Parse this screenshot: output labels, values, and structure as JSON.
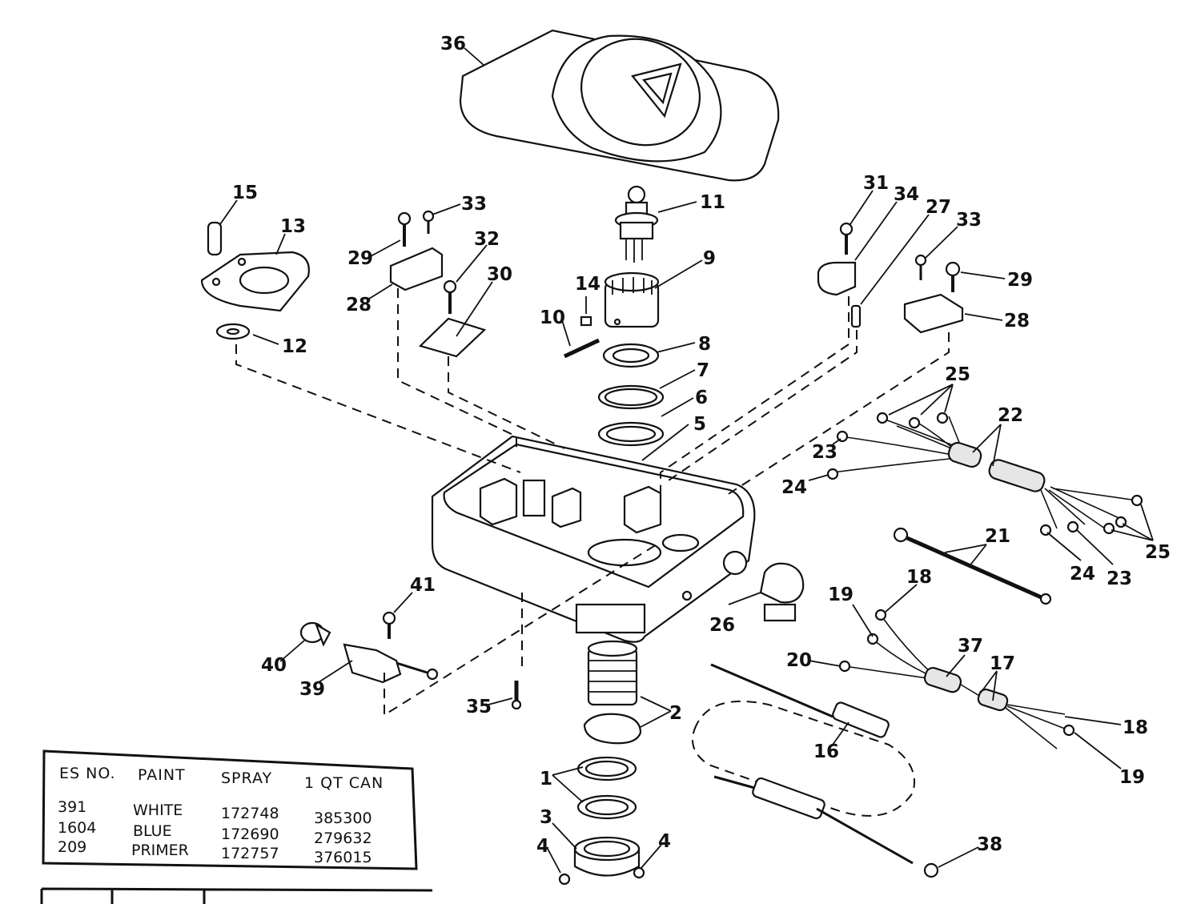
{
  "callouts": {
    "c1": "1",
    "c2": "2",
    "c3": "3",
    "c4a": "4",
    "c4b": "4",
    "c5": "5",
    "c6": "6",
    "c7": "7",
    "c8": "8",
    "c9": "9",
    "c10": "10",
    "c11": "11",
    "c12": "12",
    "c13": "13",
    "c14": "14",
    "c15": "15",
    "c16": "16",
    "c17": "17",
    "c18a": "18",
    "c18b": "18",
    "c19a": "19",
    "c19b": "19",
    "c20": "20",
    "c21": "21",
    "c22": "22",
    "c23a": "23",
    "c23b": "23",
    "c24a": "24",
    "c24b": "24",
    "c25a": "25",
    "c25b": "25",
    "c26": "26",
    "c27": "27",
    "c28a": "28",
    "c28b": "28",
    "c29a": "29",
    "c29b": "29",
    "c30": "30",
    "c31": "31",
    "c32": "32",
    "c33a": "33",
    "c33b": "33",
    "c34": "34",
    "c35": "35",
    "c36": "36",
    "c37": "37",
    "c38": "38",
    "c39": "39",
    "c40": "40",
    "c41": "41"
  },
  "paint_table": {
    "headers": [
      "ES NO.",
      "PAINT",
      "SPRAY",
      "1 QT CAN"
    ],
    "rows": [
      [
        "391",
        "WHITE",
        "172748",
        "385300"
      ],
      [
        "1604",
        "BLUE",
        "172690",
        "279632"
      ],
      [
        "209",
        "PRIMER",
        "172757",
        "376015"
      ]
    ]
  }
}
